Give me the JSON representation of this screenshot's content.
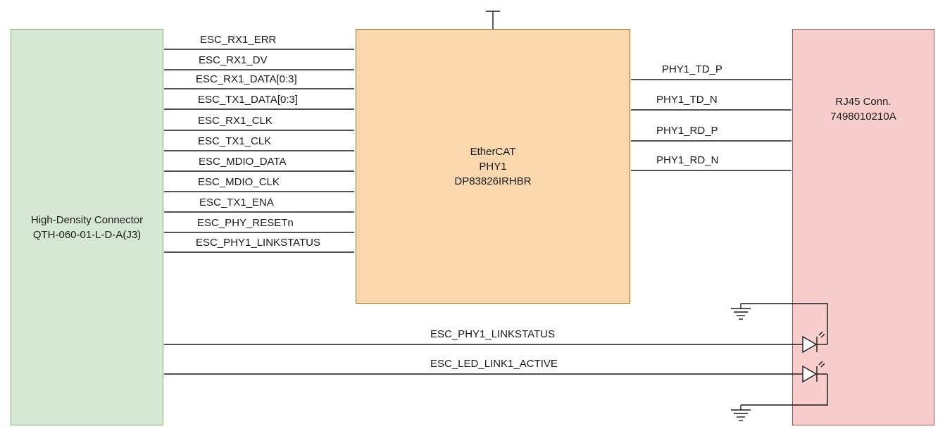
{
  "blocks": {
    "connector": {
      "line1": "High-Density Connector",
      "line2": "QTH-060-01-L-D-A(J3)"
    },
    "phy": {
      "line1": "EtherCAT",
      "line2": "PHY1",
      "line3": "DP83826IRHBR"
    },
    "rj45": {
      "line1": "RJ45 Conn.",
      "line2": "7498010210A"
    }
  },
  "left_signals": [
    "ESC_RX1_ERR",
    "ESC_RX1_DV",
    "ESC_RX1_DATA[0:3]",
    "ESC_TX1_DATA[0:3]",
    "ESC_RX1_CLK",
    "ESC_TX1_CLK",
    "ESC_MDIO_DATA",
    "ESC_MDIO_CLK",
    "ESC_TX1_ENA",
    "ESC_PHY_RESETn",
    "ESC_PHY1_LINKSTATUS"
  ],
  "right_signals": [
    "PHY1_TD_P",
    "PHY1_TD_N",
    "PHY1_RD_P",
    "PHY1_RD_N"
  ],
  "led_signals": [
    "ESC_PHY1_LINKSTATUS",
    "ESC_LED_LINK1_ACTIVE"
  ],
  "colors": {
    "connector_fill": "#d5e8d4",
    "connector_stroke": "#82b366",
    "phy_fill": "#fad7ac",
    "phy_stroke": "#b46504",
    "rj45_fill": "#f8cecc",
    "rj45_stroke": "#b85450",
    "wire": "#1a1a1a"
  }
}
